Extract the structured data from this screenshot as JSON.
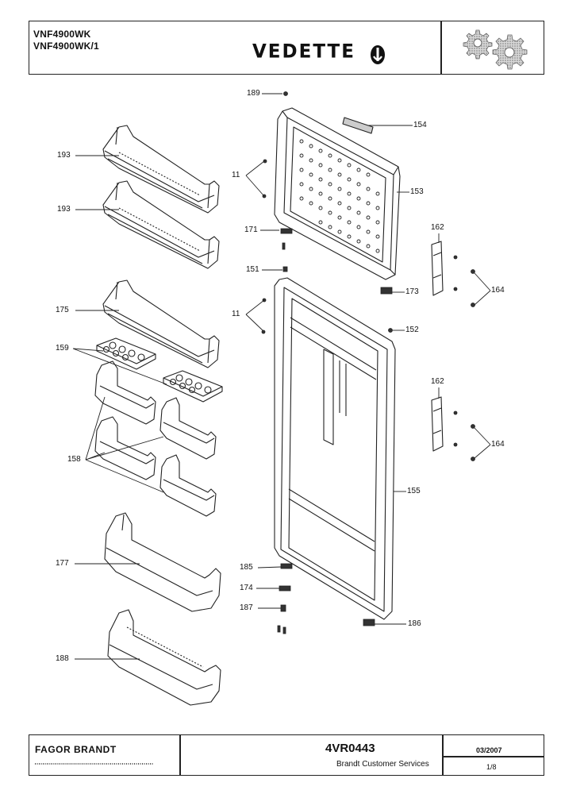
{
  "header": {
    "models": [
      "VNF4900WK",
      "VNF4900WK/1"
    ],
    "brand": "VEDETTE"
  },
  "footer": {
    "manufacturer": "FAGOR BRANDT",
    "document_code": "4VR0443",
    "service": "Brandt Customer Services",
    "date": "03/2007",
    "page": "1/8"
  },
  "callouts": {
    "p189": "189",
    "p154": "154",
    "p193a": "193",
    "p193b": "193",
    "p11a": "11",
    "p153": "153",
    "p171": "171",
    "p162a": "162",
    "p151": "151",
    "p173": "173",
    "p164a": "164",
    "p175": "175",
    "p11b": "11",
    "p152": "152",
    "p159": "159",
    "p162b": "162",
    "p164b": "164",
    "p158": "158",
    "p155": "155",
    "p177": "177",
    "p185": "185",
    "p174": "174",
    "p187": "187",
    "p186": "186",
    "p188": "188"
  },
  "colors": {
    "ink": "#222222",
    "gear": "#9a9a9a"
  }
}
